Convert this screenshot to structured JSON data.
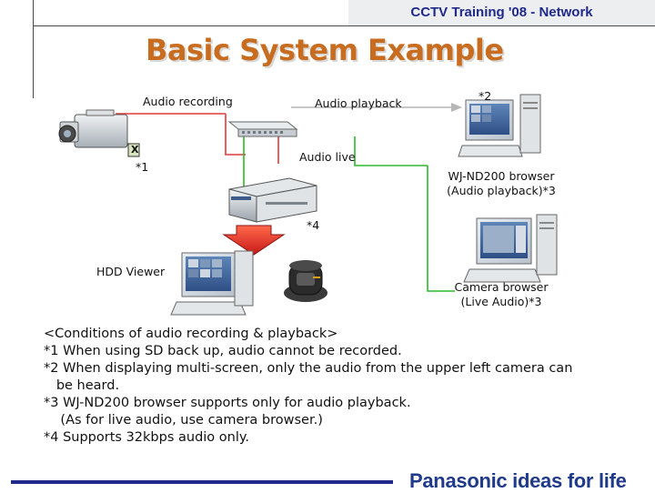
{
  "header": {
    "title": "CCTV Training '08 - Network"
  },
  "slide": {
    "title": "Basic System Example"
  },
  "diagram": {
    "audio_recording": "Audio recording",
    "audio_playback": "Audio playback",
    "note2": "*2",
    "audio_live": "Audio live",
    "note1": "*1",
    "x_mark": "X",
    "browser_line1": "WJ-ND200 browser",
    "browser_line2": "(Audio playback)*3",
    "note4": "*4",
    "hdd_viewer": "HDD Viewer",
    "camera_browser_line1": "Camera browser",
    "camera_browser_line2": "(Live Audio)*3"
  },
  "conditions": {
    "heading": "<Conditions of audio recording & playback>",
    "lines": [
      "*1 When using SD back up, audio cannot be recorded.",
      "*2 When displaying multi-screen, only the audio from the upper left camera can",
      "   be heard.",
      "*3 WJ-ND200 browser supports only for audio playback.",
      "    (As for live audio, use camera browser.)",
      "*4 Supports 32kbps audio only."
    ]
  },
  "footer": {
    "brand": "Panasonic",
    "tagline": "ideas for life"
  },
  "colors": {
    "recording_line": "#e23a3a",
    "live_line": "#2db82d",
    "playback_line": "#b6b6b6",
    "title": "#c86c20",
    "header_text": "#1f2a8a"
  }
}
